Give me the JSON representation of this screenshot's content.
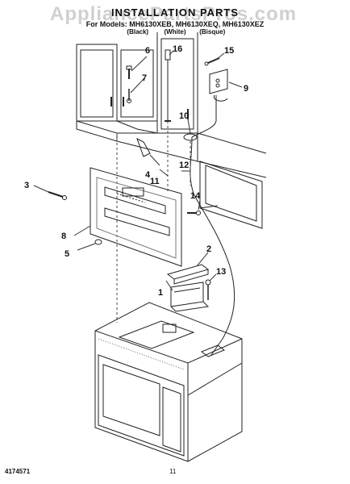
{
  "watermark": "AppliancePartsPros.com",
  "header": {
    "title": "INSTALLATION PARTS",
    "parts_list_line": "For Models: MH6130XEB, MH6130XEQ, MH6130XEZ",
    "colors": [
      "(Black)",
      "(White)",
      "(Bisque)"
    ]
  },
  "callouts": [
    "1",
    "2",
    "3",
    "4",
    "5",
    "6",
    "7",
    "8",
    "9",
    "10",
    "11",
    "12",
    "13",
    "14",
    "15",
    "16"
  ],
  "footer": {
    "doc_number": "4174571",
    "page": "11"
  }
}
